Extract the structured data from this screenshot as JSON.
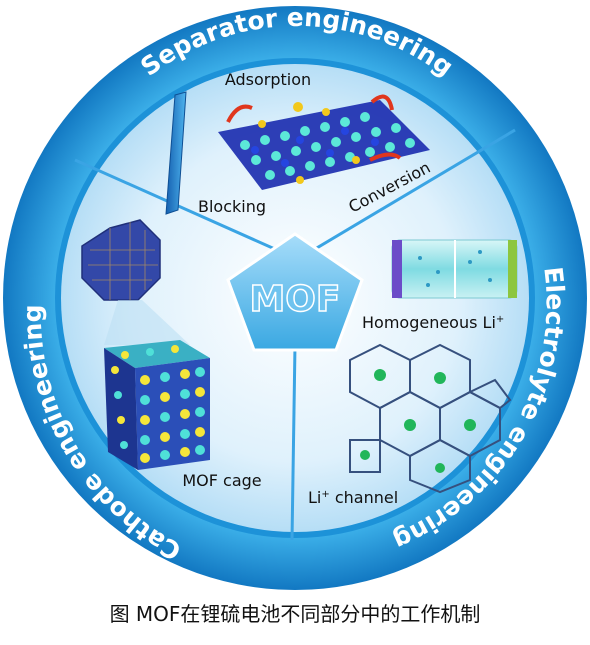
{
  "center": {
    "label": "MOF"
  },
  "ring": {
    "separator": "Separator engineering",
    "electrolyte": "Electrolyte engineering",
    "cathode": "Cathode engineering"
  },
  "separator_panel": {
    "adsorption": "Adsorption",
    "blocking": "Blocking",
    "conversion": "Conversion"
  },
  "electrolyte_panel": {
    "homogeneous": "Homogeneous Li",
    "homogeneous_sup": "+",
    "channel": "Li",
    "channel_sup": "+",
    "channel_suffix": " channel"
  },
  "cathode_panel": {
    "cage": "MOF cage"
  },
  "caption": "图 MOF在锂硫电池不同部分中的工作机制",
  "colors": {
    "ring_outer": "#1a8fd6",
    "ring_inner": "#3fb2ea",
    "panel": "#e4f4fd",
    "accent_blue": "#1f3fb8",
    "accent_yellow": "#f0d322",
    "accent_cyan": "#4fe0d8"
  }
}
